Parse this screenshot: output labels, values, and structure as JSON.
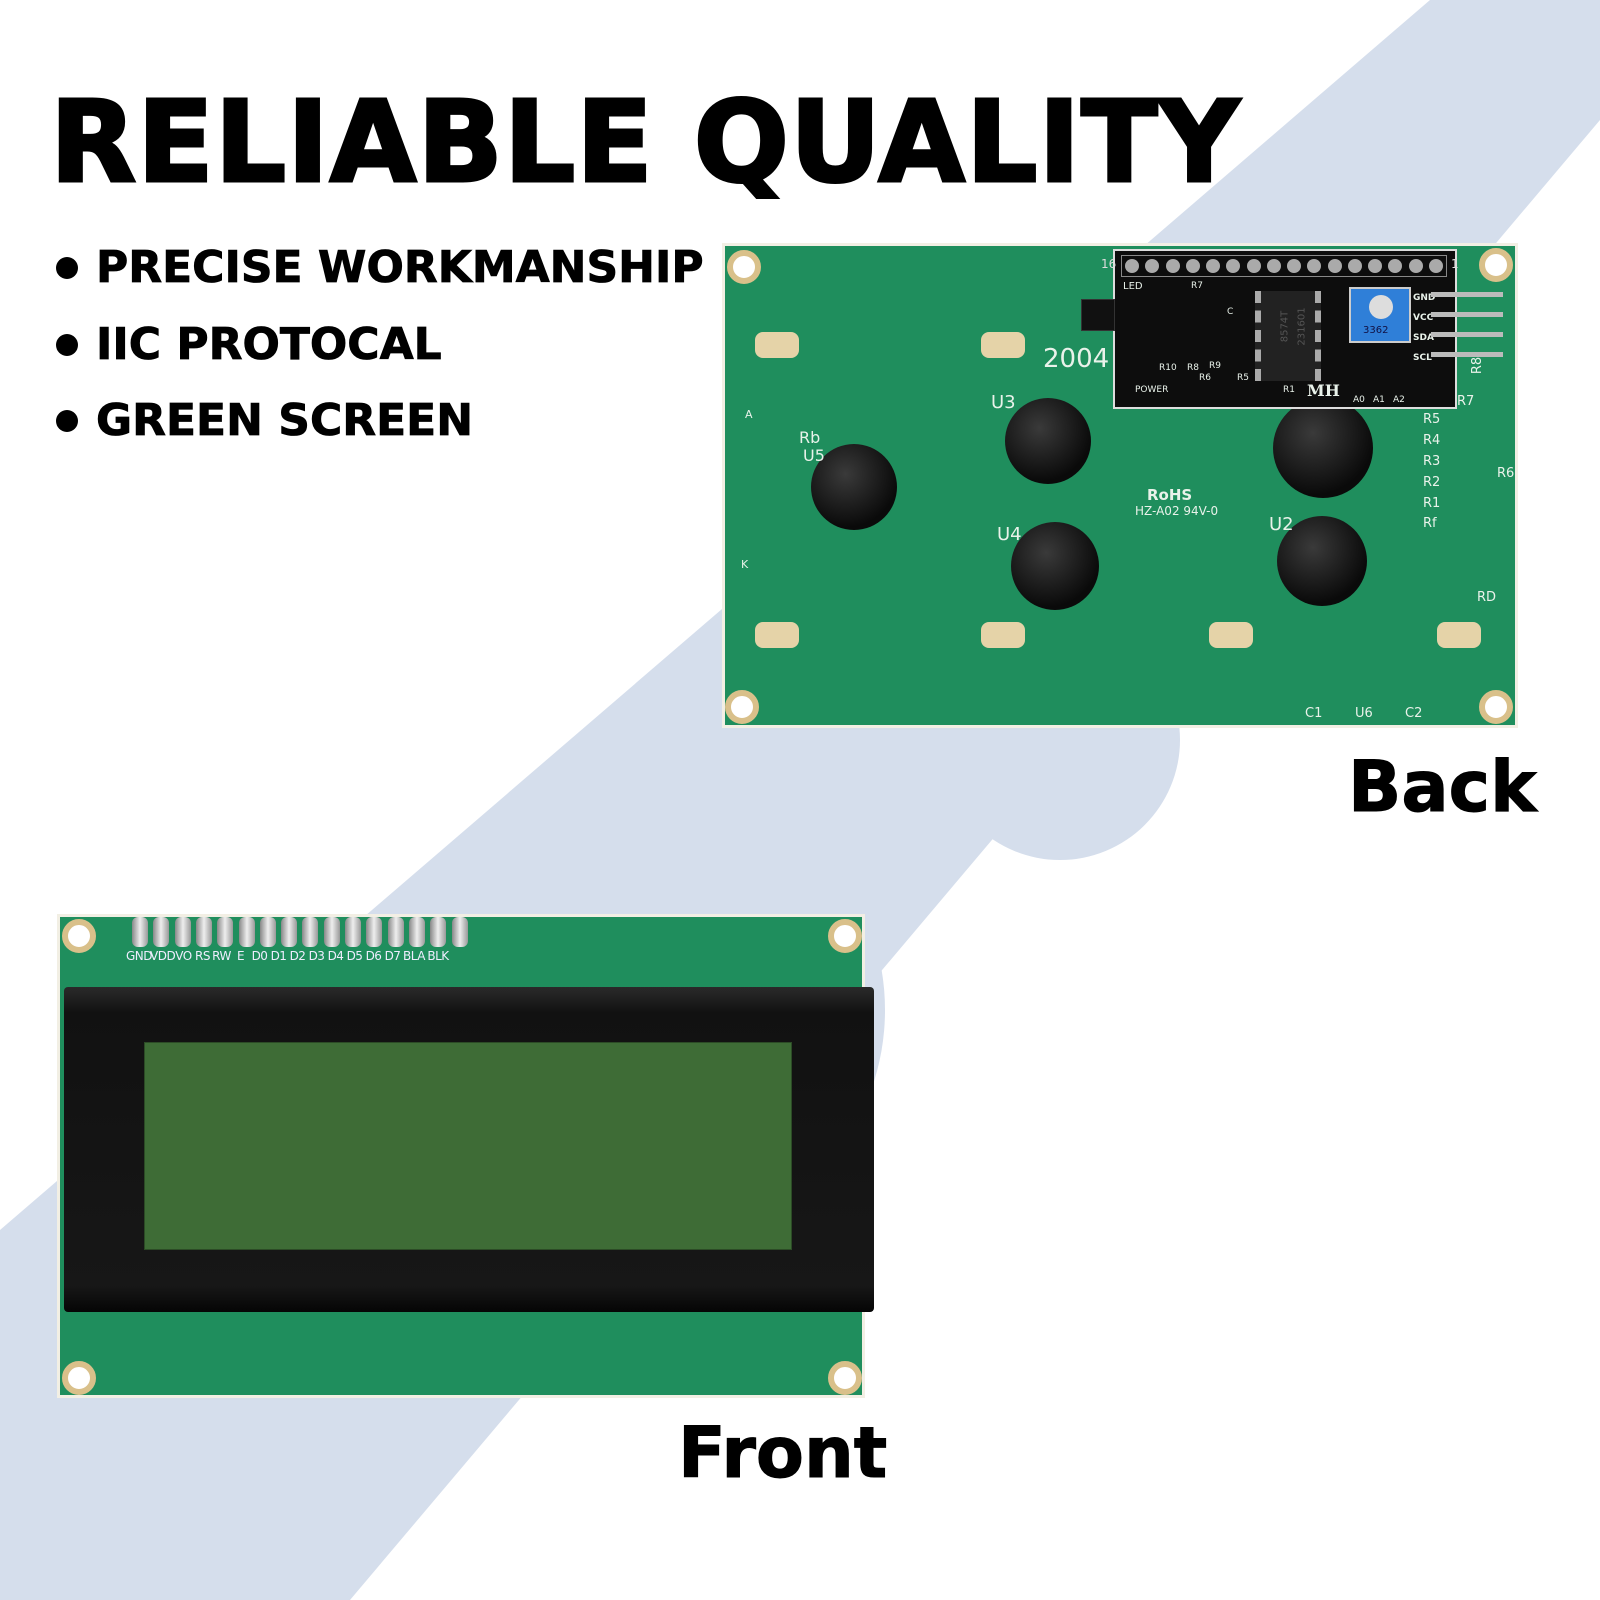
{
  "headline": "RELIABLE QUALITY",
  "features": [
    "PRECISE WORKMANSHIP",
    "IIC PROTOCAL",
    "GREEN SCREEN"
  ],
  "captions": {
    "back": "Back",
    "front": "Front"
  },
  "colors": {
    "pcb": "#1f8e5d",
    "background_band": "#d5deec",
    "lcd": "#3e6c36",
    "bezel": "#161616",
    "pot": "#2f7fd8"
  },
  "back_board": {
    "model": "2004",
    "labels": [
      "U3",
      "U4",
      "U2",
      "U5",
      "Rb",
      "A",
      "K",
      "R5",
      "R4",
      "R3",
      "R2",
      "R1",
      "Rf",
      "R6",
      "R7",
      "R8",
      "RD",
      "C1",
      "U6",
      "C2"
    ],
    "rohs": "RoHS",
    "cert": "HZ-A02 94V-0",
    "i2c_module": {
      "labels": [
        "LED",
        "R7",
        "C",
        "R10",
        "R8",
        "R9",
        "R6",
        "R5",
        "R1",
        "POWER",
        "MH",
        "A0",
        "A1",
        "A2"
      ],
      "chip": "8574T",
      "chip_code": "231601",
      "pot": "3362",
      "pins": [
        "GND",
        "VCC",
        "SDA",
        "SCL"
      ],
      "pin1": "1",
      "pin16": "16"
    }
  },
  "front_board": {
    "pins": [
      "GND",
      "VDD",
      "VO",
      "RS",
      "RW",
      "E",
      "D0",
      "D1",
      "D2",
      "D3",
      "D4",
      "D5",
      "D6",
      "D7",
      "BLA",
      "BLK"
    ]
  }
}
